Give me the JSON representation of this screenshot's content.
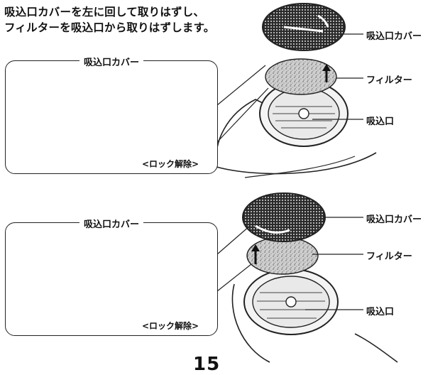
{
  "instruction": "吸込口カバーを左に回して取りはずし、\nフィルターを吸込口から取りはずします。",
  "section1": {
    "box_title": "吸込口カバー",
    "caption": "<ロック解除>",
    "labels": {
      "cover": "吸込口カバー",
      "filter": "フィルター",
      "intake": "吸込口"
    }
  },
  "section2": {
    "box_title": "吸込口カバー",
    "caption": "<ロック解除>",
    "labels": {
      "cover": "吸込口カバー",
      "filter": "フィルター",
      "intake": "吸込口"
    }
  },
  "page_number": "15"
}
